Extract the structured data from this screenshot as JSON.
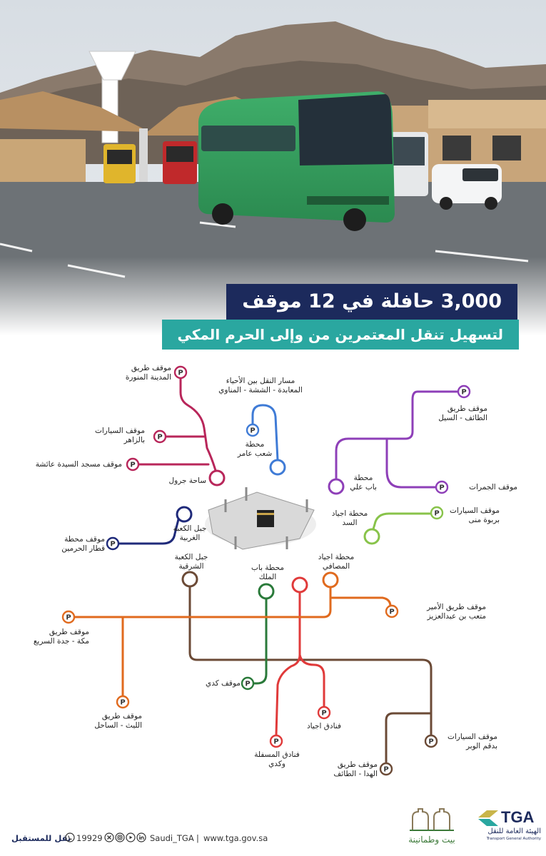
{
  "headline": {
    "main": "3,000 حافلة في 12 موقف",
    "sub": "لتسهيل تنقل المعتمرين من وإلى الحرم المكي"
  },
  "colors": {
    "navy": "#1c2a5c",
    "teal": "#2aa7a0",
    "crimson": "#b8265a",
    "blue": "#3f7bd6",
    "purple": "#8e3fb8",
    "green": "#88c34a",
    "navy_line": "#1f2a7a",
    "brown": "#6b4a36",
    "dark_green": "#2a7a3a",
    "red": "#e03a3a",
    "orange": "#e06a1e"
  },
  "stops": {
    "madinah_road": [
      "موقف طريق",
      "المدينة المنورة"
    ],
    "transit_route": [
      "مسار النقل بين الأحياء",
      "المعابدة - الششة - المناوي"
    ],
    "zaher_parking": [
      "موقف السيارات",
      "بالزاهر"
    ],
    "aisha_mosque": [
      "موقف مسجد السيدة عائشة"
    ],
    "jarwal": [
      "ساحة جرول"
    ],
    "shaab_amer": [
      "محطة",
      "شعب عامر"
    ],
    "taif_sail": [
      "موقف طريق",
      "الطائف - السيل"
    ],
    "jamarat": [
      "موقف الجمرات"
    ],
    "bab_ali": [
      "محطة",
      "باب علي"
    ],
    "ajyad_sad": [
      "محطة اجياد",
      "السد"
    ],
    "mina_parking": [
      "موقف السيارات",
      "بربوة منى"
    ],
    "kaaba_west": [
      "جبل الكعبة",
      "الغربية"
    ],
    "haramain_train": [
      "موقف محطة",
      "قطار الحرمين"
    ],
    "kaaba_east": [
      "جبل الكعبة",
      "الشرقية"
    ],
    "bab_malik": [
      "محطة باب",
      "الملك"
    ],
    "ajyad_masafi": [
      "محطة اجياد",
      "المصافي"
    ],
    "prince_mutaib": [
      "موقف طريق الأمير",
      "متعب بن عبدالعزيز"
    ],
    "jeddah_road": [
      "موقف طريق",
      "مكة - جدة السريع"
    ],
    "kudai_stop": [
      "موقف كدي"
    ],
    "lith_road": [
      "موقف طريق",
      "الليث - الساحل"
    ],
    "ajyad_hotels": [
      "فنادق اجياد"
    ],
    "misfalah_hotels": [
      "فنادق المسفلة",
      "وكدي"
    ],
    "dagham_wabr": [
      "موقف السيارات",
      "بدقم الوبر"
    ],
    "hada_taif": [
      "موقف طريق",
      "الهدا - الطائف"
    ]
  },
  "parking_symbol": "P",
  "footer": {
    "slogan": "نقل للمستقبل",
    "phone": "19929",
    "handle": "Saudi_TGA",
    "separator": "|",
    "website": "www.tga.gov.sa",
    "vision_mark": "بيت وطمانينة",
    "tga_abbr": "TGA",
    "tga_ar": "الهيئة العامة للنقل",
    "tga_en": "Transport General Authority"
  }
}
